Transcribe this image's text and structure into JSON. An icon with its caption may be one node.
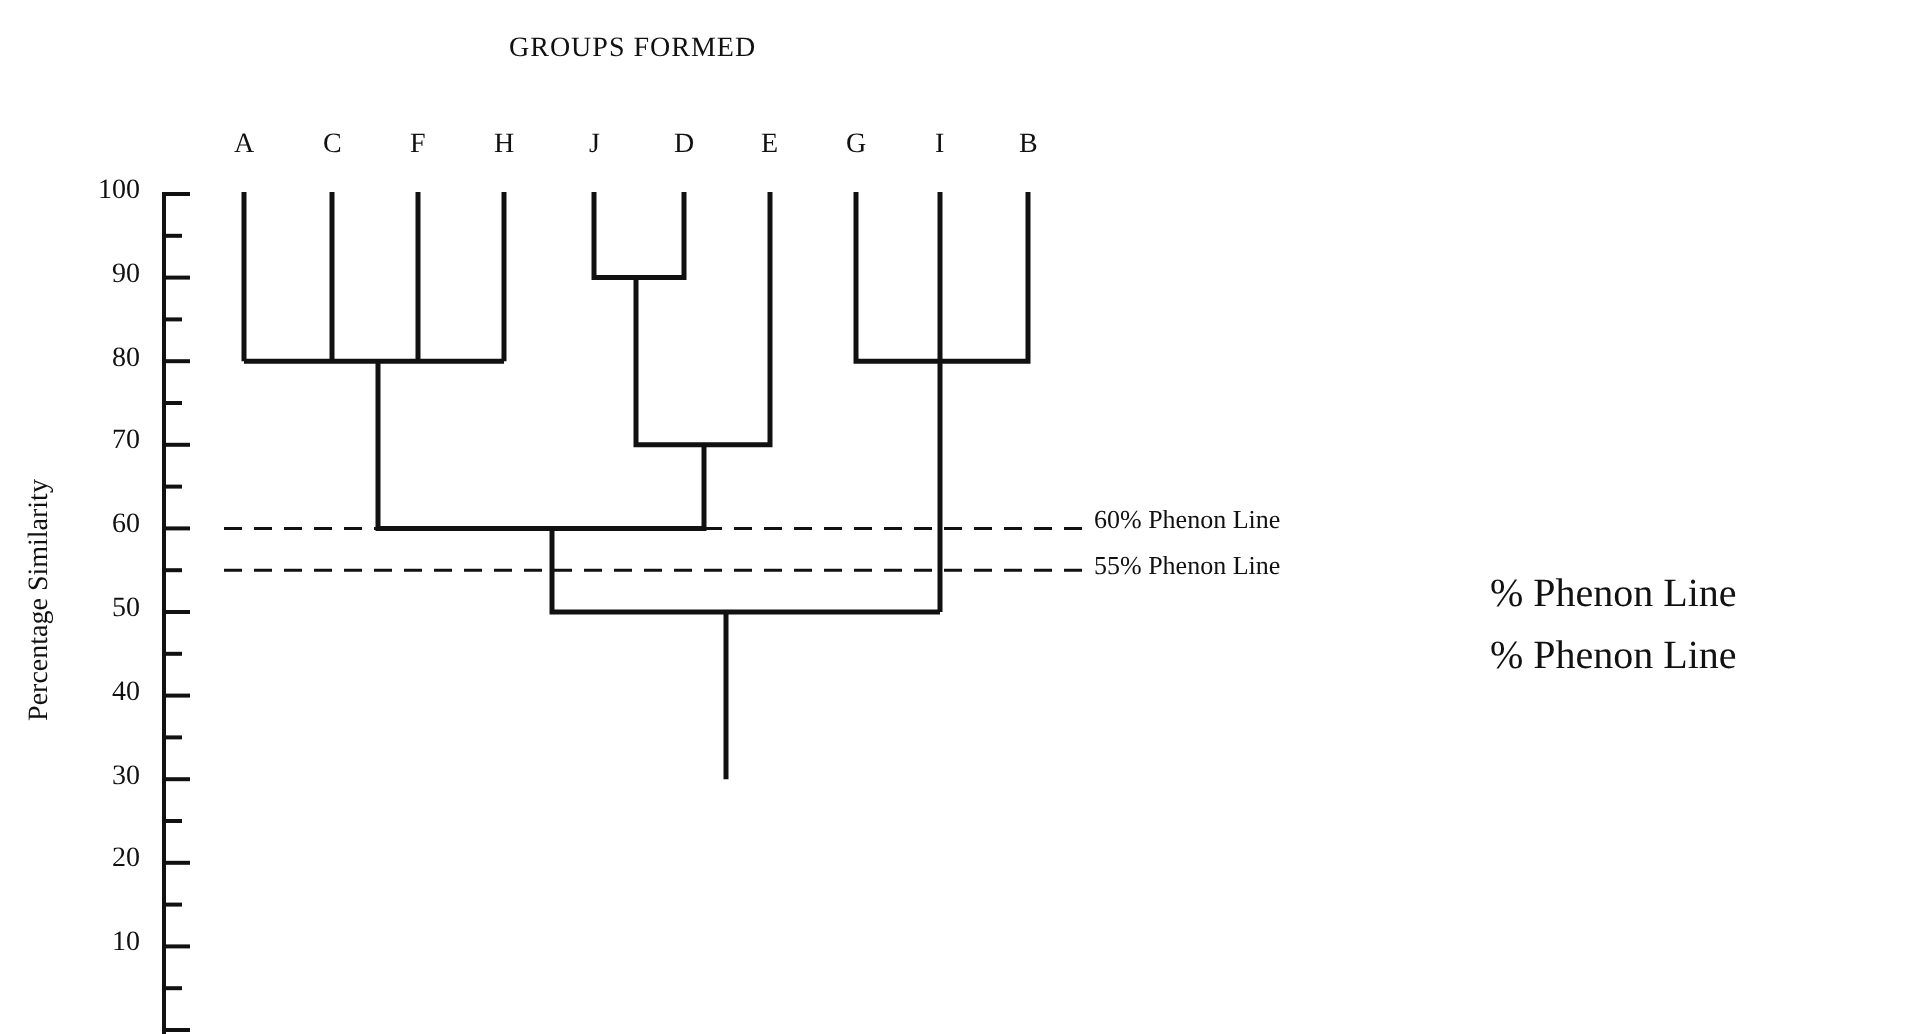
{
  "diagram": {
    "title": "GROUPS FORMED",
    "labels": [
      "A",
      "C",
      "F",
      "H",
      "J",
      "D",
      "E",
      "G",
      "I",
      "B",
      "100",
      "90",
      "80",
      "70",
      "60",
      "50",
      "40",
      "30",
      "20",
      "10",
      "Percentage Similarity",
      "60% Phenon Line",
      "55% Phenon Line",
      "% Phenon Line",
      "% Phenon Line"
    ]
  }
}
